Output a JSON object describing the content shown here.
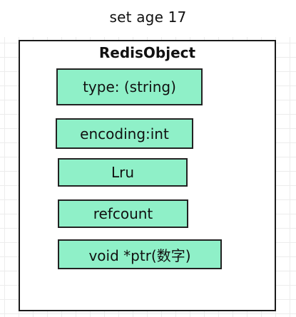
{
  "caption": "set age 17",
  "object": {
    "title": "RedisObject",
    "fields": [
      {
        "label": "type:  (string)"
      },
      {
        "label": "encoding:int"
      },
      {
        "label": "Lru"
      },
      {
        "label": "refcount"
      },
      {
        "label": "void *ptr(数字)"
      }
    ]
  },
  "colors": {
    "field_fill": "#8ff0c8",
    "border": "#1a1a1a",
    "grid": "#ececec"
  }
}
